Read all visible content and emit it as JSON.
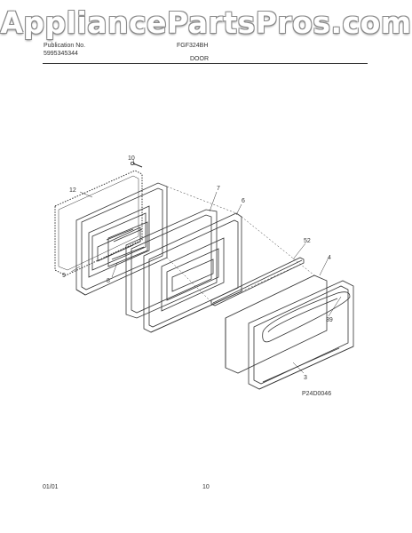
{
  "watermark": "AppliancePartsPros.com",
  "header": {
    "publication_label": "Publication No.",
    "publication_number": "5995345344",
    "model": "FGF324BH",
    "section": "DOOR"
  },
  "callouts": {
    "c10": "10",
    "c12": "12",
    "c7": "7",
    "c6": "6",
    "c52": "52",
    "c4": "4",
    "c9": "9",
    "c8": "8",
    "c39": "39",
    "c3": "3"
  },
  "diagram_code": "P24D0046",
  "footer": {
    "date": "01/01",
    "page": "10"
  }
}
